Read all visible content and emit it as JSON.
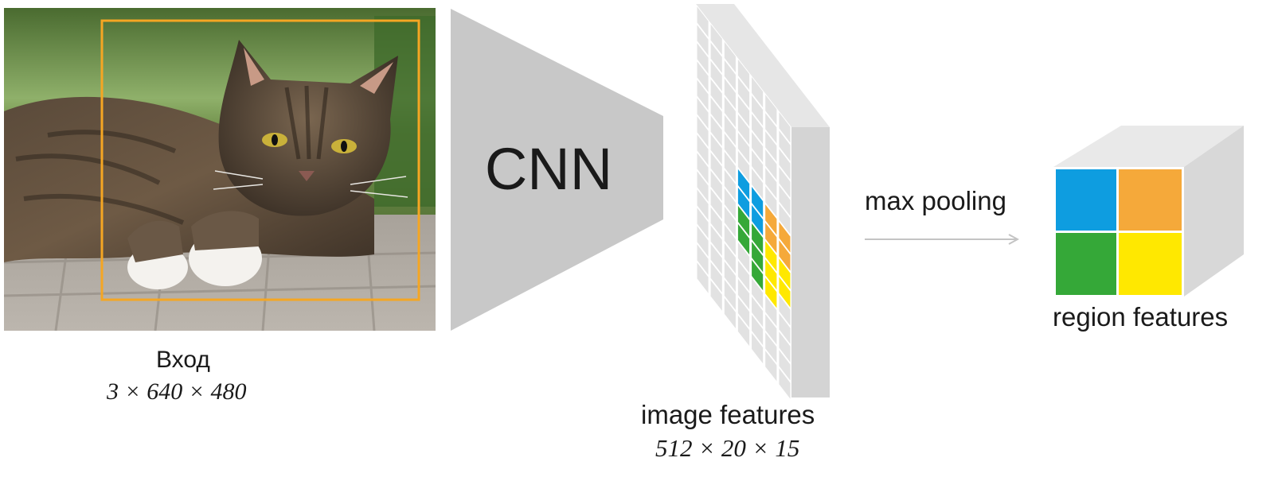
{
  "input": {
    "label": "Вход",
    "dims": "3 × 640 × 480"
  },
  "cnn": {
    "label": "CNN"
  },
  "image_features": {
    "label": "image features",
    "dims": "512 × 20 × 15"
  },
  "pooling": {
    "label": "max pooling"
  },
  "region_features": {
    "label": "region features"
  },
  "colors": {
    "bbox": "#f5a623",
    "cnn_fill": "#c8c8c8",
    "grid_face": "#ffffff",
    "grid_cell": "#e2e2e2",
    "grid_side": "#d4d4d4",
    "arrow": "#c4c4c4",
    "blue": "#0e9de0",
    "orange": "#f5a93a",
    "green": "#35a838",
    "yellow": "#ffe800"
  }
}
